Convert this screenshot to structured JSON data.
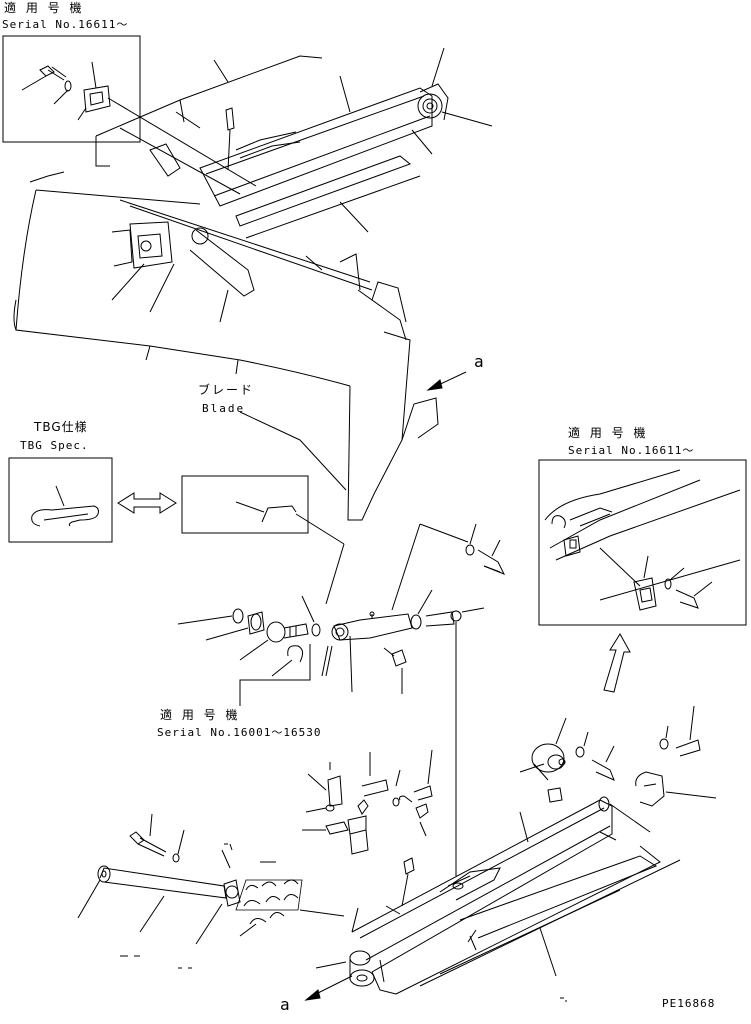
{
  "labels": {
    "serial_top_jp": "適 用 号 機",
    "serial_top_en": "Serial No.16611～",
    "blade_jp": "ブレード",
    "blade_en": "Blade",
    "ref_a_top": "a",
    "tbg_jp": "TBG仕様",
    "tbg_en": "TBG Spec.",
    "serial_right_jp": "適 用 号 機",
    "serial_right_en": "Serial No.16611～",
    "serial_mid_jp": "適 用 号 機",
    "serial_mid_en": "Serial No.16001～16530",
    "ref_a_bottom": "a",
    "drawing_no": "PE16868"
  }
}
